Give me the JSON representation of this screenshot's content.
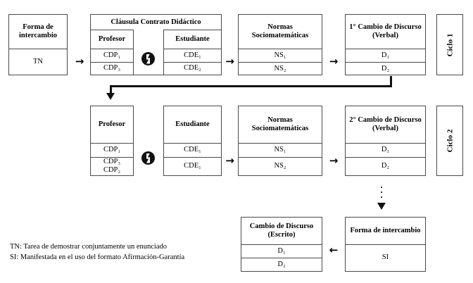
{
  "diagram": {
    "cycle1": {
      "label": "Ciclo 1",
      "exchange": {
        "header": "Forma de intercambio",
        "value": "TN"
      },
      "clause": {
        "group_header": "Cláusula Contrato Didáctico",
        "teacher_header": "Profesor",
        "student_header": "Estudiante",
        "teacher_values": [
          "CDP₁",
          "CDP₃"
        ],
        "student_values": [
          "CDE₁",
          "CDE₂"
        ],
        "swap_icon": "exchange-icon"
      },
      "norms": {
        "header": "Normas Sociomatemáticas",
        "values": [
          "NS₁",
          "NS₂"
        ]
      },
      "discourse": {
        "header": "1° Cambio de Discurso (Verbal)",
        "values": [
          "D₁",
          "D₂"
        ]
      },
      "arrow1": "→",
      "arrow2": "→",
      "arrow3": "→"
    },
    "cycle2": {
      "label": "Ciclo 2",
      "clause": {
        "teacher_header": "Profesor",
        "student_header": "Estudiante",
        "teacher_values": [
          "CDP₁",
          "CDP₃ CDP₂"
        ],
        "teacher_row2_line1": "CDP₃",
        "teacher_row2_line2": "CDP₂",
        "student_values": [
          "CDE₁",
          "CDE₁"
        ],
        "swap_icon": "exchange-icon"
      },
      "norms": {
        "header": "Normas Sociomatemáticas",
        "values": [
          "NS₁",
          "NS₂"
        ]
      },
      "discourse": {
        "header": "2° Cambio de Discurso (Verbal)",
        "values": [
          "D₁",
          "D₂"
        ]
      },
      "arrow1": "→",
      "arrow2": "→"
    },
    "final": {
      "written": {
        "header": "Cambio de Discurso (Escrito)",
        "values": [
          "D₁",
          "D₂"
        ]
      },
      "exchange": {
        "header": "Forma de intercambio",
        "value": "SI"
      },
      "arrow_left": "←"
    },
    "ellipsis": "⋮",
    "legend": [
      "TN: Tarea de demostrar conjuntamente un enunciado",
      "SI: Manifestada en el uso del formato Afirmación-Garantía"
    ]
  }
}
